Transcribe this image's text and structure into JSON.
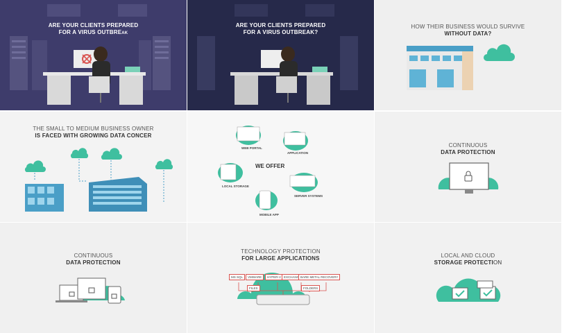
{
  "panels": {
    "p1": {
      "line1": "ARE YOUR CLIENTS PREPARED",
      "line2a": "FOR A VIRUS OUTBRE",
      "line2b": "AK"
    },
    "p2": {
      "line1": "ARE YOUR CLIENTS PREPARED",
      "line2": "FOR A VIRUS OUTBREAK?"
    },
    "p3": {
      "line1": "HOW THEIR BUSINESS WOULD SURVIVE",
      "line2": "WITHOUT DATA?"
    },
    "p4": {
      "line1": "THE SMALL TO MEDIUM BUSINESS OWNER",
      "line2": "IS FACED WITH GROWING DATA CONCER"
    },
    "p5": {
      "center": "WE OFFER",
      "items": {
        "web_portal": "WEB PORTAL",
        "application": "APPLICATION",
        "local_storage": "LOCAL STORAGE",
        "server_systems": "SERVER SYSTEMS",
        "mobile_app": "MOBILE APP"
      }
    },
    "p6": {
      "line1": "CONTINUOUS",
      "line2": "DATA PROTECTION"
    },
    "p7": {
      "line1": "CONTINUOUS",
      "line2": "DATA PROTECTION"
    },
    "p8": {
      "line1": "TECHNOLOGY PROTECTION",
      "line2": "FOR LARGE APPLICATIONS",
      "tags": {
        "ms_sql": "MS SQL",
        "vmware": "VMWARE",
        "hyper_v": "HYPER-V",
        "exchange": "EXCHANGE",
        "bare_metal": "BARE METAL RECOVERY",
        "files": "FILES",
        "folders": "FOLDERS"
      }
    },
    "p9": {
      "line1": "LOCAL AND CLOUD",
      "line2a": "STORAGE PROTECTI",
      "line2b": "ON"
    }
  },
  "colors": {
    "accent": "#3fbf9f",
    "dark_bg": "#3e3c6b",
    "darker_bg": "#26294a",
    "alert": "#d9534f",
    "building": "#4a9fc7"
  }
}
